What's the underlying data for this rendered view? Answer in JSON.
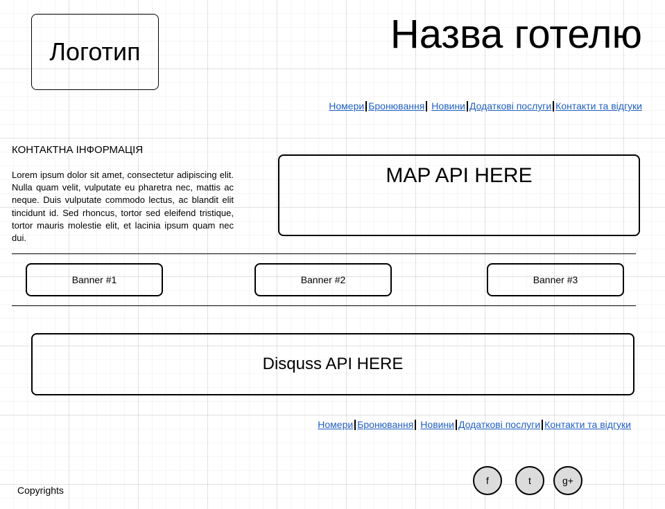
{
  "header": {
    "logo_label": "Логотип",
    "hotel_name": "Назва готелю"
  },
  "nav_top": [
    "Номери",
    "Бронювання",
    "Новини",
    "Додаткові послуги",
    "Контакти та відгуки"
  ],
  "nav_bottom": [
    "Номери",
    "Бронювання",
    "Новини",
    "Додаткові послуги",
    "Контакти та відгуки"
  ],
  "contact": {
    "title": "КОНТАКТНА ІНФОРМАЦІЯ",
    "text": "Lorem ipsum dolor sit amet, consectetur adipiscing elit. Nulla quam velit, vulputate eu pharetra nec, mattis ac neque. Duis vulputate commodo lectus, ac blandit elit tincidunt id. Sed rhoncus, tortor sed eleifend tristique, tortor mauris molestie elit, et lacinia ipsum quam nec dui."
  },
  "map": {
    "label": "MAP API HERE"
  },
  "banners": [
    "Banner #1",
    "Banner #2",
    "Banner #3"
  ],
  "disqus": {
    "label": "Disquss API HERE"
  },
  "footer": {
    "copyrights": "Copyrights",
    "social": [
      "f",
      "t",
      "g+"
    ]
  },
  "colors": {
    "link": "#1f5fc2",
    "social_fill": "#dcdcdc"
  }
}
